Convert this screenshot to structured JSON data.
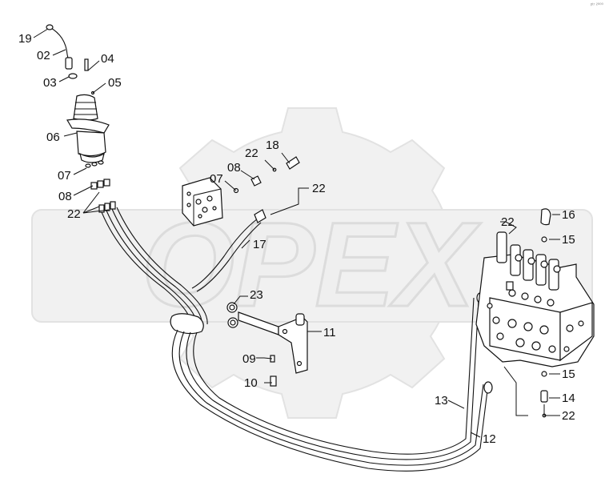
{
  "diagram": {
    "watermark": "OPEX",
    "corner_mark": "ᵖᵗʳ ²⁰⁰⁰",
    "callouts": [
      {
        "id": "c19a",
        "text": "19"
      },
      {
        "id": "c02",
        "text": "02"
      },
      {
        "id": "c03",
        "text": "03"
      },
      {
        "id": "c04",
        "text": "04"
      },
      {
        "id": "c05",
        "text": "05"
      },
      {
        "id": "c06",
        "text": "06"
      },
      {
        "id": "c07a",
        "text": "07"
      },
      {
        "id": "c08a",
        "text": "08"
      },
      {
        "id": "c22a",
        "text": "22"
      },
      {
        "id": "c22b",
        "text": "22"
      },
      {
        "id": "c18",
        "text": "18"
      },
      {
        "id": "c08b",
        "text": "08"
      },
      {
        "id": "c07b",
        "text": "07"
      },
      {
        "id": "c22c",
        "text": "22"
      },
      {
        "id": "c17",
        "text": "17"
      },
      {
        "id": "c23",
        "text": "23"
      },
      {
        "id": "c11",
        "text": "11"
      },
      {
        "id": "c09",
        "text": "09"
      },
      {
        "id": "c10",
        "text": "10"
      },
      {
        "id": "c22d",
        "text": "22"
      },
      {
        "id": "c16",
        "text": "16"
      },
      {
        "id": "c15a",
        "text": "15"
      },
      {
        "id": "c15b",
        "text": "15"
      },
      {
        "id": "c14",
        "text": "14"
      },
      {
        "id": "c22e",
        "text": "22"
      },
      {
        "id": "c13",
        "text": "13"
      },
      {
        "id": "c12",
        "text": "12"
      }
    ]
  }
}
